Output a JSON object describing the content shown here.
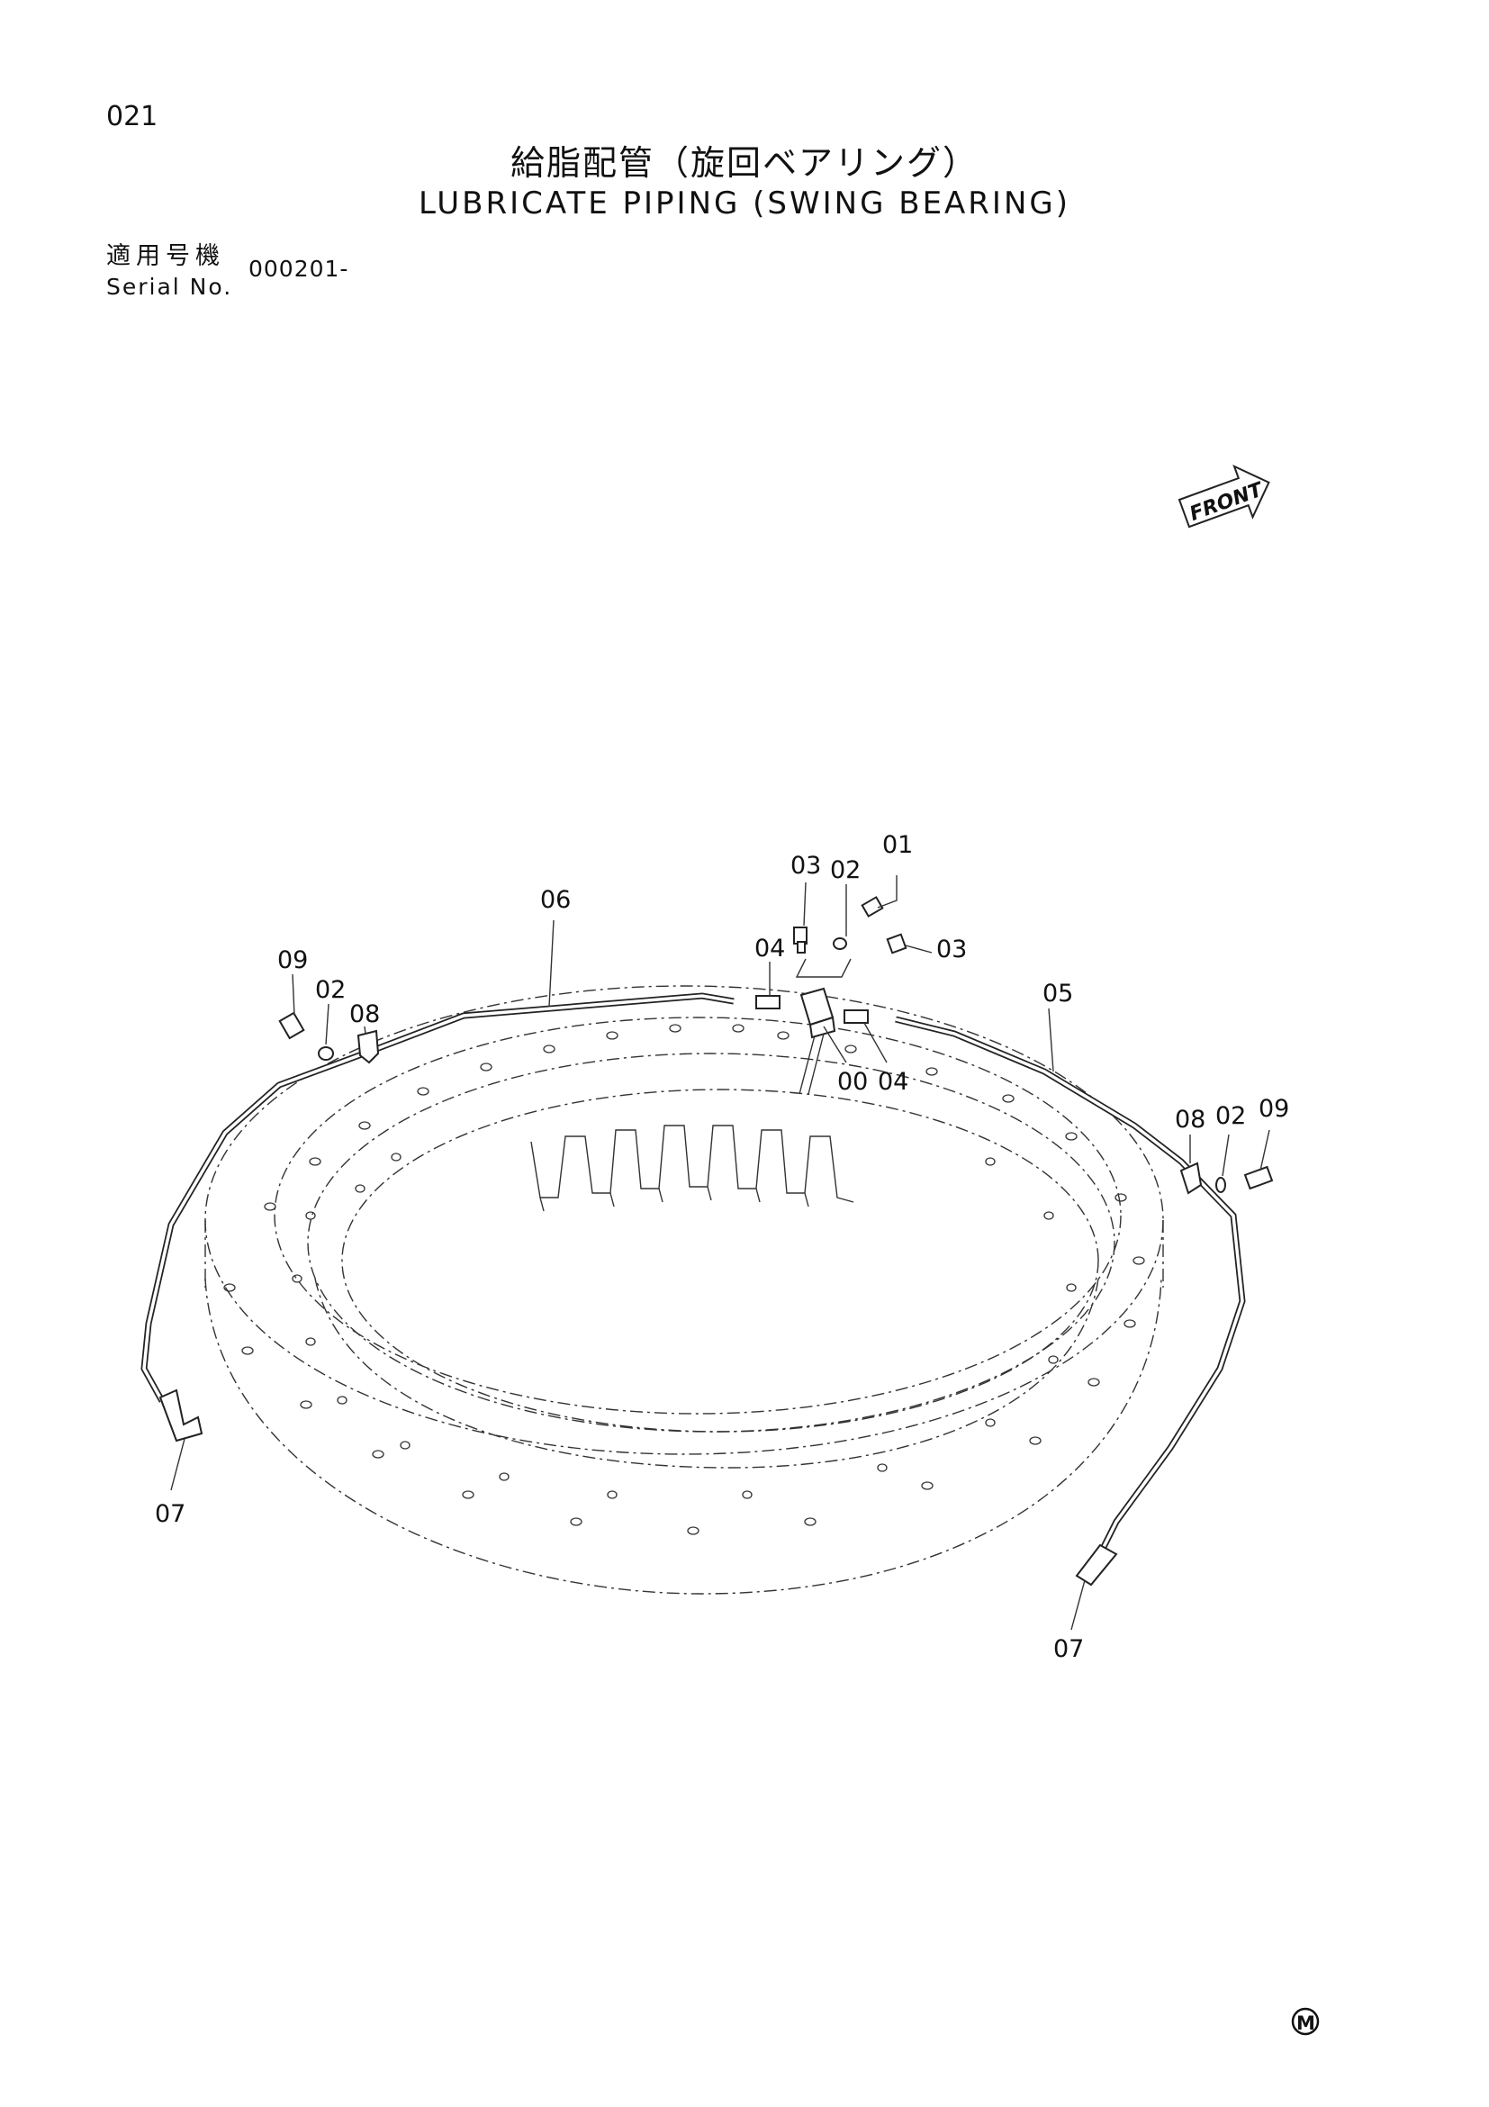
{
  "page": {
    "number": "021",
    "title_jp": "給脂配管（旋回ベアリング）",
    "title_en": "LUBRICATE PIPING (SWING BEARING)",
    "serial_label_jp": "適用号機",
    "serial_label_en": "Serial No.",
    "serial_value": "000201-"
  },
  "front_label": "FRONT",
  "footer_mark": "M",
  "callouts": {
    "c01": "01",
    "c02_top": "02",
    "c03_left": "03",
    "c03_right": "03",
    "c04_left": "04",
    "c04_bottom": "04",
    "c00": "00",
    "c05": "05",
    "c06": "06",
    "c09_left": "09",
    "c02_left": "02",
    "c08_left": "08",
    "c08_right": "08",
    "c02_right": "02",
    "c09_right": "09",
    "c07_left": "07",
    "c07_right": "07"
  }
}
